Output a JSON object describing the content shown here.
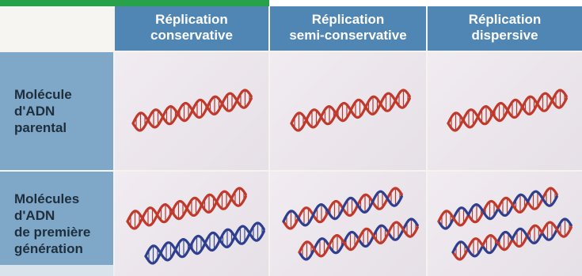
{
  "header": {
    "col1": "Réplication\nconservative",
    "col2": "Réplication\nsemi-conservative",
    "col3": "Réplication\ndispersive"
  },
  "rows": [
    {
      "label": "Molécule\nd'ADN\nparental"
    },
    {
      "label": "Molécules\nd'ADN\nde première\ngénération"
    }
  ],
  "colors": {
    "parental_strand": "#c0392b",
    "new_strand": "#2e3f8f",
    "header_bg": "#4f86b4",
    "row_header_bg": "#7fa7c8",
    "title_green": "#27a24a"
  },
  "icons": {
    "dna": "double-helix"
  }
}
